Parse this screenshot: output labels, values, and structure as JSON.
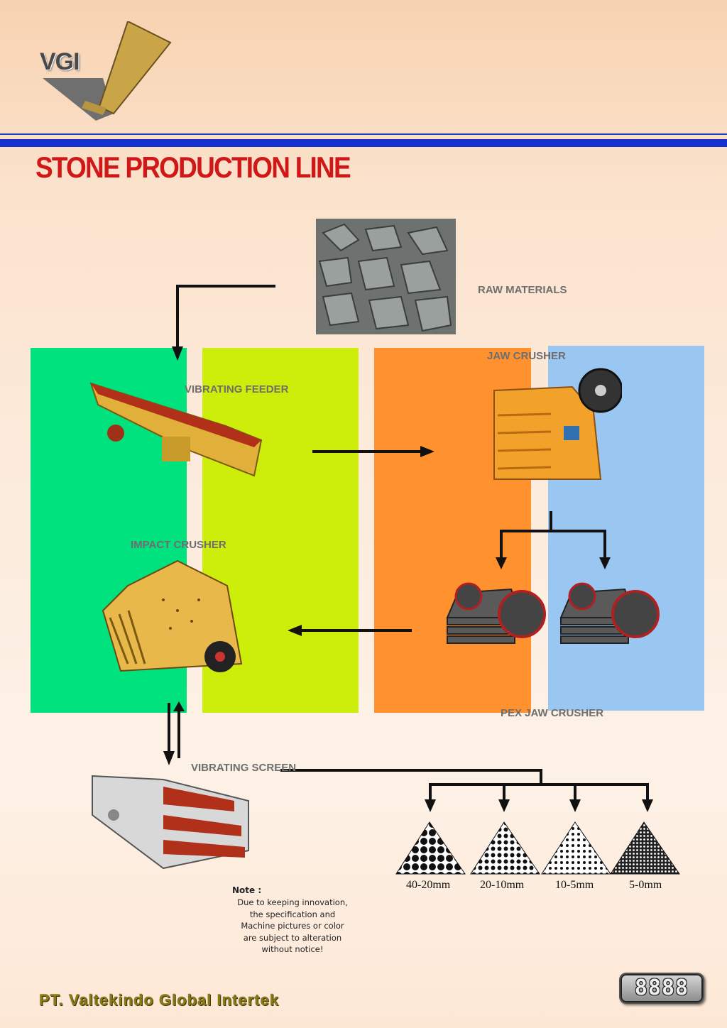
{
  "brand": {
    "logo_text": "VGI",
    "company": "PT. Valtekindo Global Intertek",
    "badge": "8888"
  },
  "page": {
    "title": "STONE PRODUCTION LINE"
  },
  "labels": {
    "raw_materials": "RAW MATERIALS",
    "jaw_crusher": "JAW CRUSHER",
    "vibrating_feeder": "VIBRATING FEEDER",
    "impact_crusher": "IMPACT CRUSHER",
    "pex_jaw_crusher": "PEX JAW CRUSHER",
    "vibrating_screen": "VIBRATING SCREEN"
  },
  "sizes": [
    "40-20mm",
    "20-10mm",
    "10-5mm",
    "5-0mm"
  ],
  "note": {
    "heading": "Note :",
    "body": "Due to keeping innovation,\nthe specification and\nMachine pictures or color\nare subject to alteration\nwithout notice!"
  },
  "colors": {
    "title_red": "#d01818",
    "rule_blue": "#1530d0",
    "green": "#00e27e",
    "lime": "#ccee0a",
    "orange": "#ff912e",
    "blue": "#9ac6f2"
  }
}
